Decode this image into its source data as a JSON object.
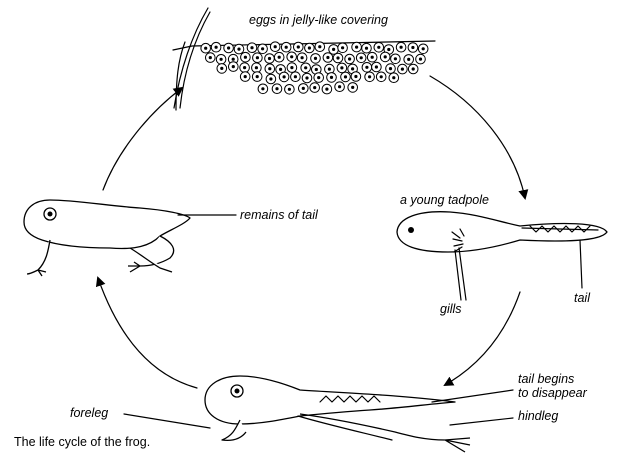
{
  "labels": {
    "eggs": "eggs in jelly-like covering",
    "young_tadpole": "a young tadpole",
    "gills": "gills",
    "tail": "tail",
    "tail_begins": "tail begins",
    "to_disappear": "to disappear",
    "hindleg": "hindleg",
    "foreleg": "foreleg",
    "remains_of_tail": "remains of tail"
  },
  "caption": "The life cycle of the frog."
}
